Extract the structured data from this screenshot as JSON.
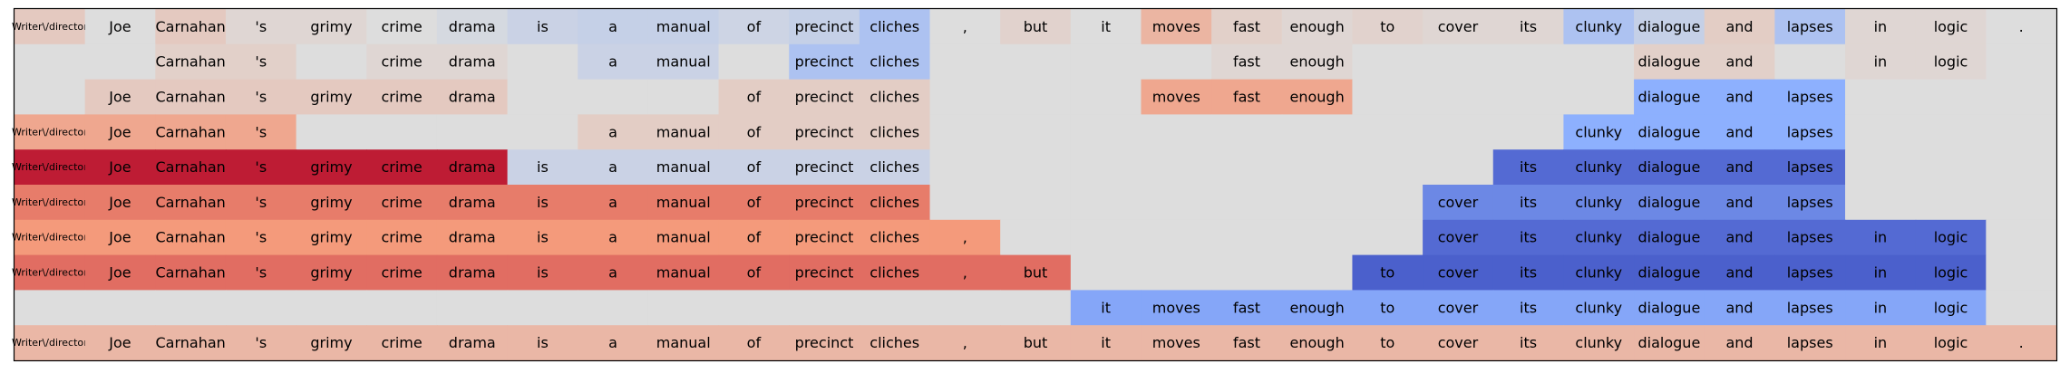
{
  "chart_data": {
    "type": "heatmap",
    "tokens": [
      "Writer\\/director",
      "Joe",
      "Carnahan",
      "'s",
      "grimy",
      "crime",
      "drama",
      "is",
      "a",
      "manual",
      "of",
      "precinct",
      "cliches",
      ",",
      "but",
      "it",
      "moves",
      "fast",
      "enough",
      "to",
      "cover",
      "its",
      "clunky",
      "dialogue",
      "and",
      "lapses",
      "in",
      "logic",
      "."
    ],
    "value_range": [
      -1,
      1
    ],
    "colormap": "coolwarm",
    "grid": false,
    "rows": [
      {
        "shown": [
          1,
          1,
          1,
          1,
          1,
          1,
          1,
          1,
          1,
          1,
          1,
          1,
          1,
          1,
          1,
          1,
          1,
          1,
          1,
          1,
          1,
          1,
          1,
          1,
          1,
          1,
          1,
          1,
          1
        ],
        "values": [
          0.15,
          0.0,
          0.15,
          0.05,
          0.05,
          0.0,
          -0.05,
          -0.12,
          -0.15,
          -0.15,
          -0.1,
          -0.15,
          -0.3,
          0.0,
          0.08,
          0.0,
          0.3,
          0.1,
          0.05,
          0.08,
          0.05,
          0.05,
          -0.3,
          -0.15,
          0.12,
          -0.3,
          0.05,
          0.05,
          0.0
        ]
      },
      {
        "shown": [
          0,
          0,
          1,
          1,
          0,
          1,
          1,
          0,
          1,
          1,
          0,
          1,
          1,
          0,
          0,
          0,
          0,
          1,
          1,
          0,
          0,
          0,
          0,
          1,
          1,
          0,
          1,
          1,
          0
        ],
        "values": [
          0.0,
          0.0,
          0.1,
          0.1,
          0.0,
          0.05,
          0.05,
          0.0,
          -0.12,
          -0.12,
          0.0,
          -0.3,
          -0.3,
          0.0,
          0.0,
          0.0,
          0.0,
          0.05,
          0.05,
          0.0,
          0.0,
          0.0,
          0.0,
          0.1,
          0.1,
          0.0,
          0.05,
          0.05,
          0.0
        ]
      },
      {
        "shown": [
          0,
          1,
          1,
          1,
          1,
          1,
          1,
          0,
          0,
          0,
          1,
          1,
          1,
          0,
          0,
          0,
          1,
          1,
          1,
          0,
          0,
          0,
          0,
          1,
          1,
          1,
          0,
          0,
          0
        ],
        "values": [
          0.0,
          0.15,
          0.15,
          0.15,
          0.15,
          0.15,
          0.15,
          0.0,
          0.0,
          0.0,
          0.12,
          0.12,
          0.12,
          0.0,
          0.0,
          0.0,
          0.4,
          0.4,
          0.4,
          0.0,
          0.0,
          0.0,
          0.0,
          -0.5,
          -0.5,
          -0.5,
          0.0,
          0.0,
          0.0
        ]
      },
      {
        "shown": [
          1,
          1,
          1,
          1,
          0,
          0,
          0,
          0,
          1,
          1,
          1,
          1,
          1,
          0,
          0,
          0,
          0,
          0,
          0,
          0,
          0,
          0,
          1,
          1,
          1,
          1,
          0,
          0,
          0
        ],
        "values": [
          0.4,
          0.4,
          0.4,
          0.4,
          0.0,
          0.0,
          0.0,
          0.0,
          0.12,
          0.12,
          0.12,
          0.12,
          0.12,
          0.0,
          0.0,
          0.0,
          0.0,
          0.0,
          0.0,
          0.0,
          0.0,
          0.0,
          -0.5,
          -0.5,
          -0.5,
          -0.5,
          0.0,
          0.0,
          0.0
        ]
      },
      {
        "shown": [
          1,
          1,
          1,
          1,
          1,
          1,
          1,
          1,
          1,
          1,
          1,
          1,
          1,
          0,
          0,
          0,
          0,
          0,
          0,
          0,
          0,
          1,
          1,
          1,
          1,
          1,
          0,
          0,
          0
        ],
        "values": [
          0.92,
          0.92,
          0.92,
          0.92,
          0.92,
          0.92,
          0.92,
          -0.12,
          -0.12,
          -0.12,
          -0.12,
          -0.12,
          -0.12,
          0.0,
          0.0,
          0.0,
          0.0,
          0.0,
          0.0,
          0.0,
          0.0,
          -0.85,
          -0.85,
          -0.85,
          -0.85,
          -0.85,
          0.0,
          0.0,
          0.0
        ]
      },
      {
        "shown": [
          1,
          1,
          1,
          1,
          1,
          1,
          1,
          1,
          1,
          1,
          1,
          1,
          1,
          0,
          0,
          0,
          0,
          0,
          0,
          0,
          1,
          1,
          1,
          1,
          1,
          1,
          0,
          0,
          0
        ],
        "values": [
          0.6,
          0.6,
          0.6,
          0.6,
          0.6,
          0.6,
          0.6,
          0.6,
          0.6,
          0.6,
          0.6,
          0.6,
          0.6,
          0.0,
          0.0,
          0.0,
          0.0,
          0.0,
          0.0,
          0.0,
          -0.7,
          -0.7,
          -0.7,
          -0.7,
          -0.7,
          -0.7,
          0.0,
          0.0,
          0.0
        ]
      },
      {
        "shown": [
          1,
          1,
          1,
          1,
          1,
          1,
          1,
          1,
          1,
          1,
          1,
          1,
          1,
          1,
          0,
          0,
          0,
          0,
          0,
          0,
          1,
          1,
          1,
          1,
          1,
          1,
          1,
          1,
          0
        ],
        "values": [
          0.5,
          0.5,
          0.5,
          0.5,
          0.5,
          0.5,
          0.5,
          0.5,
          0.5,
          0.5,
          0.5,
          0.5,
          0.5,
          0.5,
          0.0,
          0.0,
          0.0,
          0.0,
          0.0,
          0.0,
          -0.85,
          -0.85,
          -0.85,
          -0.85,
          -0.85,
          -0.85,
          -0.85,
          -0.85,
          0.0
        ]
      },
      {
        "shown": [
          1,
          1,
          1,
          1,
          1,
          1,
          1,
          1,
          1,
          1,
          1,
          1,
          1,
          1,
          1,
          0,
          0,
          0,
          0,
          1,
          1,
          1,
          1,
          1,
          1,
          1,
          1,
          1,
          0
        ],
        "values": [
          0.65,
          0.65,
          0.65,
          0.65,
          0.65,
          0.65,
          0.65,
          0.65,
          0.65,
          0.65,
          0.65,
          0.65,
          0.65,
          0.65,
          0.65,
          0.0,
          0.0,
          0.0,
          0.0,
          -0.9,
          -0.9,
          -0.9,
          -0.9,
          -0.9,
          -0.9,
          -0.9,
          -0.9,
          -0.9,
          0.0
        ]
      },
      {
        "shown": [
          0,
          0,
          0,
          0,
          0,
          0,
          0,
          0,
          0,
          0,
          0,
          0,
          0,
          0,
          0,
          1,
          1,
          1,
          1,
          1,
          1,
          1,
          1,
          1,
          1,
          1,
          1,
          1,
          0
        ],
        "values": [
          0.0,
          0.0,
          0.0,
          0.0,
          0.0,
          0.0,
          0.0,
          0.0,
          0.0,
          0.0,
          0.0,
          0.0,
          0.0,
          0.0,
          0.0,
          -0.55,
          -0.55,
          -0.55,
          -0.55,
          -0.55,
          -0.55,
          -0.55,
          -0.55,
          -0.55,
          -0.55,
          -0.55,
          -0.55,
          -0.55,
          0.0
        ]
      },
      {
        "shown": [
          1,
          1,
          1,
          1,
          1,
          1,
          1,
          1,
          1,
          1,
          1,
          1,
          1,
          1,
          1,
          1,
          1,
          1,
          1,
          1,
          1,
          1,
          1,
          1,
          1,
          1,
          1,
          1,
          1
        ],
        "values": [
          0.28,
          0.28,
          0.28,
          0.28,
          0.28,
          0.28,
          0.28,
          0.28,
          0.28,
          0.28,
          0.28,
          0.28,
          0.28,
          0.28,
          0.28,
          0.28,
          0.28,
          0.28,
          0.28,
          0.28,
          0.28,
          0.28,
          0.28,
          0.28,
          0.28,
          0.28,
          0.28,
          0.28,
          0.28
        ]
      }
    ]
  }
}
